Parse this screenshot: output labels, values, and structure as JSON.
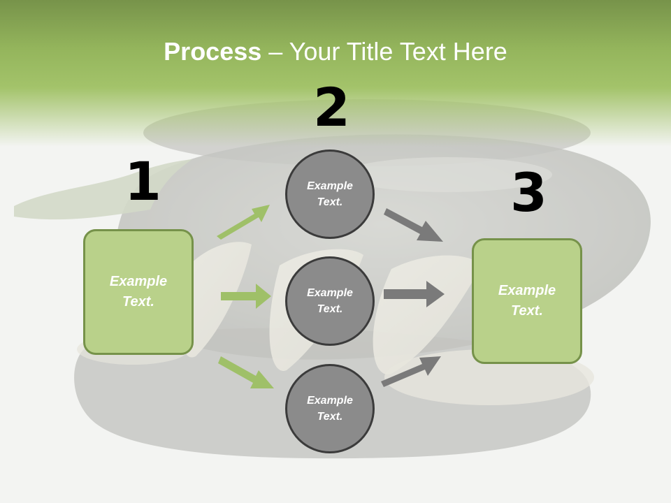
{
  "title": {
    "strong": "Process",
    "rest": " – Your Title Text Here"
  },
  "step_numbers": [
    "1",
    "2",
    "3"
  ],
  "source_box": {
    "label_line1": "Example",
    "label_line2": "Text."
  },
  "middle_circles": [
    {
      "line1": "Example",
      "line2": "Text."
    },
    {
      "line1": "Example",
      "line2": "Text."
    },
    {
      "line1": "Example",
      "line2": "Text."
    }
  ],
  "target_box": {
    "label_line1": "Example",
    "label_line2": "Text."
  },
  "colors": {
    "header_green": "#94b55c",
    "box_fill": "#b9d18a",
    "box_border": "#76924a",
    "circle_fill": "#8b8b8b",
    "green_arrow": "#9fc068",
    "gray_arrow": "#7a7a7a"
  },
  "background_image": "eggplant-icon"
}
